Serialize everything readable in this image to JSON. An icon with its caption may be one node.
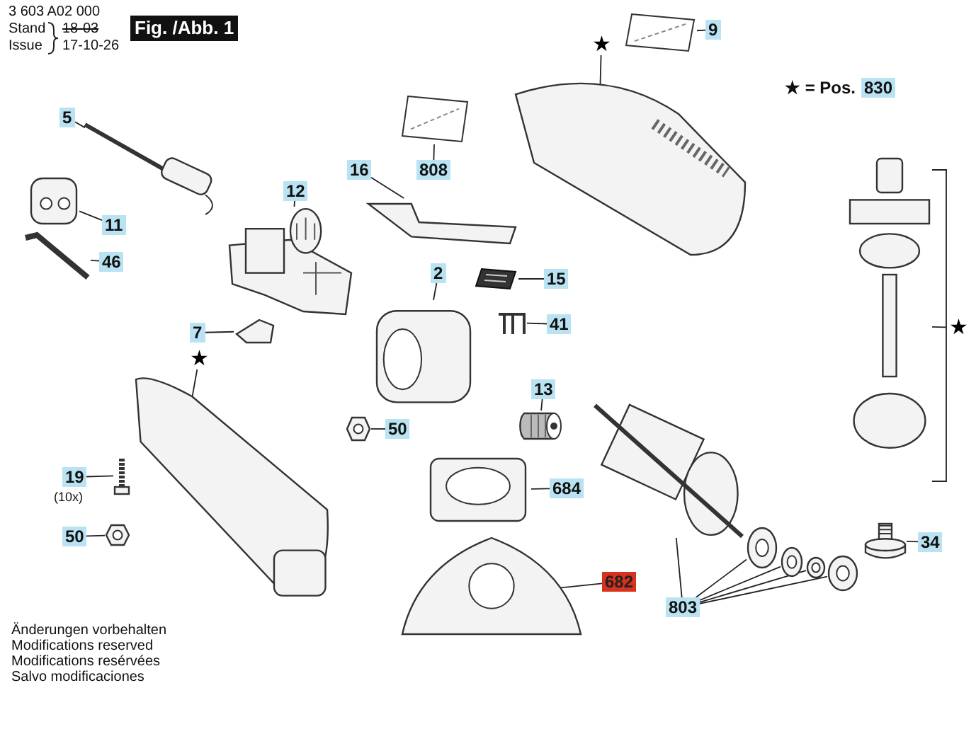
{
  "diagram": {
    "nodes": [
      {
        "text": [
          "5"
        ]
      },
      {
        "text": [],
        "shape": "picture"
      },
      {
        "text": [
          "11"
        ]
      },
      {
        "text": [],
        "shape": "picture"
      },
      {
        "text": [
          "46"
        ]
      },
      {
        "text": [],
        "shape": "picture"
      },
      {
        "text": [
          "12"
        ]
      },
      {
        "text": [],
        "shape": "picture"
      },
      {
        "text": [
          "16"
        ]
      },
      {
        "text": [],
        "shape": "picture"
      },
      {
        "text": [
          "808"
        ]
      },
      {
        "text": [],
        "shape": "picture"
      },
      {
        "text": [
          "★"
        ]
      },
      {
        "text": [],
        "shape": "picture"
      },
      {
        "text": [
          "9"
        ]
      },
      {
        "text": [],
        "shape": "picture"
      },
      {
        "text": [
          "15"
        ]
      },
      {
        "text": [],
        "shape": "picture"
      },
      {
        "text": [
          "7"
        ]
      },
      {
        "text": [],
        "shape": "picture"
      },
      {
        "text": [
          "2"
        ]
      },
      {
        "text": [],
        "shape": "picture"
      },
      {
        "text": [
          "41"
        ]
      },
      {
        "text": [],
        "shape": "picture"
      },
      {
        "text": [
          "★"
        ]
      },
      {
        "text": [],
        "shape": "picture"
      },
      {
        "text": [
          "50"
        ]
      },
      {
        "text": [],
        "shape": "picture"
      },
      {
        "text": [
          "13"
        ]
      },
      {
        "text": [],
        "shape": "picture"
      },
      {
        "text": [
          "19"
        ],
        "beside": [
          "(10x)"
        ]
      },
      {
        "text": [],
        "shape": "picture"
      },
      {
        "text": [
          "50"
        ]
      },
      {
        "text": [],
        "shape": "picture"
      },
      {
        "text": [
          "684"
        ]
      },
      {
        "text": [],
        "shape": "picture"
      },
      {
        "text": [
          "682"
        ]
      },
      {
        "text": [],
        "shape": "picture"
      },
      {
        "text": [
          "803"
        ]
      },
      {
        "text": [],
        "shape": "picture"
      },
      {
        "text": [],
        "shape": "picture"
      },
      {
        "text": [],
        "shape": "picture"
      },
      {
        "text": [],
        "shape": "picture"
      },
      {
        "text": [],
        "shape": "picture"
      },
      {
        "text": [
          "★"
        ]
      },
      {
        "text": [],
        "shape": "picture"
      },
      {
        "text": [
          "34"
        ]
      },
      {
        "text": [],
        "shape": "picture"
      },
      {
        "text": [
          "830"
        ]
      }
    ],
    "edges": [
      {
        "from": 0,
        "to": 1,
        "arrow": "none"
      },
      {
        "from": 2,
        "to": 3,
        "arrow": "none"
      },
      {
        "from": 4,
        "to": 5,
        "arrow": "none"
      },
      {
        "from": 6,
        "to": 7,
        "arrow": "none"
      },
      {
        "from": 8,
        "to": 9,
        "arrow": "none"
      },
      {
        "from": 10,
        "to": 11,
        "arrow": "none"
      },
      {
        "from": 12,
        "to": 13,
        "arrow": "none"
      },
      {
        "from": 14,
        "to": 15,
        "arrow": "none"
      },
      {
        "from": 16,
        "to": 17,
        "arrow": "none"
      },
      {
        "from": 18,
        "to": 19,
        "arrow": "none"
      },
      {
        "from": 20,
        "to": 21,
        "arrow": "none"
      },
      {
        "from": 22,
        "to": 23,
        "arrow": "none"
      },
      {
        "from": 24,
        "to": 25,
        "arrow": "none"
      },
      {
        "from": 26,
        "to": 27,
        "arrow": "none"
      },
      {
        "from": 28,
        "to": 29,
        "arrow": "none"
      },
      {
        "from": 30,
        "to": 31,
        "arrow": "none"
      },
      {
        "from": 32,
        "to": 33,
        "arrow": "none"
      },
      {
        "from": 34,
        "to": 35,
        "arrow": "none"
      },
      {
        "from": 36,
        "to": 37,
        "arrow": "none"
      },
      {
        "from": 38,
        "to": 39,
        "arrow": "none"
      },
      {
        "from": 38,
        "to": 40,
        "arrow": "none"
      },
      {
        "from": 38,
        "to": 41,
        "arrow": "none"
      },
      {
        "from": 38,
        "to": 42,
        "arrow": "none"
      },
      {
        "from": 38,
        "to": 43,
        "arrow": "none"
      },
      {
        "from": 44,
        "to": 45,
        "arrow": "none"
      },
      {
        "from": 46,
        "to": 47,
        "arrow": "none"
      }
    ],
    "labels": [
      "3 603 A02 000",
      "Stand",
      "Issue",
      "18-03",
      "17-10-26",
      "Fig. /Abb. 1",
      "★ = Pos.",
      "Änderungen vorbehalten",
      "Modifications reserved",
      "Modifications resérvées",
      "Salvo modificaciones"
    ]
  }
}
